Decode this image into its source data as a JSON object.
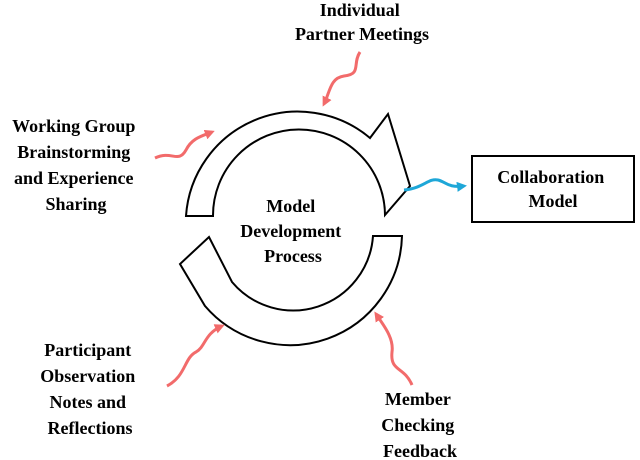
{
  "center": {
    "lines": [
      "Model",
      "Development",
      "Process"
    ]
  },
  "output_box": {
    "lines": [
      "Collaboration",
      "Model"
    ]
  },
  "inputs": [
    {
      "id": "individual-partner-meetings",
      "lines": [
        "Individual",
        "Partner Meetings"
      ]
    },
    {
      "id": "working-group-brainstorming",
      "lines": [
        "Working Group",
        "Brainstorming",
        "and Experience",
        "Sharing"
      ]
    },
    {
      "id": "participant-observation",
      "lines": [
        "Participant",
        "Observation",
        "Notes and",
        "Reflections"
      ]
    },
    {
      "id": "member-checking-feedback",
      "lines": [
        "Member",
        "Checking",
        "Feedback"
      ]
    }
  ],
  "colors": {
    "input_arrow": "#f26b6b",
    "output_arrow": "#1ea7d8",
    "stroke": "#000000"
  }
}
